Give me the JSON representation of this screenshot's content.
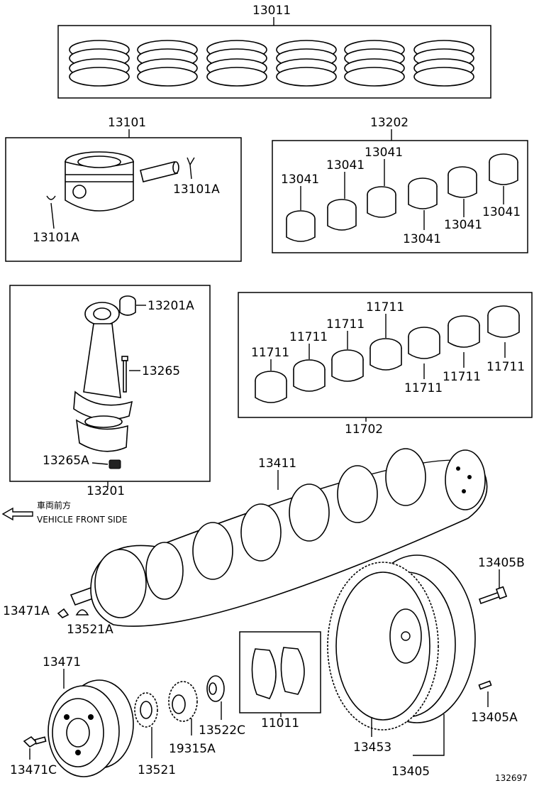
{
  "diagram_id": "132697",
  "direction": {
    "japanese": "車両前方",
    "english": "VEHICLE FRONT SIDE"
  },
  "labels": {
    "piston_ring_set": "13011",
    "piston_sub_assy": "13101",
    "piston_pin_retainer_1": "13101A",
    "piston_pin_retainer_2": "13101A",
    "conn_rod_bearing_set": "13202",
    "conn_rod_bearing_1": "13041",
    "conn_rod_bearing_2": "13041",
    "conn_rod_bearing_3": "13041",
    "conn_rod_bearing_4": "13041",
    "conn_rod_bearing_5": "13041",
    "conn_rod_bearing_6": "13041",
    "conn_rod_bushing": "13201A",
    "conn_rod_bolt": "13265",
    "conn_rod_nut": "13265A",
    "conn_rod_sub_assy": "13201",
    "main_bearing_1": "11711",
    "main_bearing_2": "11711",
    "main_bearing_3": "11711",
    "main_bearing_4": "11711",
    "main_bearing_5": "11711",
    "main_bearing_6": "11711",
    "main_bearing_7": "11711",
    "main_bearing_set": "11702",
    "crankshaft": "13411",
    "crank_key_1": "13471A",
    "crank_key_2": "13521A",
    "flywheel_bolt": "13405B",
    "crank_pulley": "13471",
    "pulley_bolt": "13471C",
    "crank_timing_gear": "13521",
    "crank_angle_rotor": "19315A",
    "crank_gear_2": "13522C",
    "thrust_washer_set": "11011",
    "ring_gear": "13453",
    "flywheel_assy": "13405",
    "flywheel_pin": "13405A"
  }
}
